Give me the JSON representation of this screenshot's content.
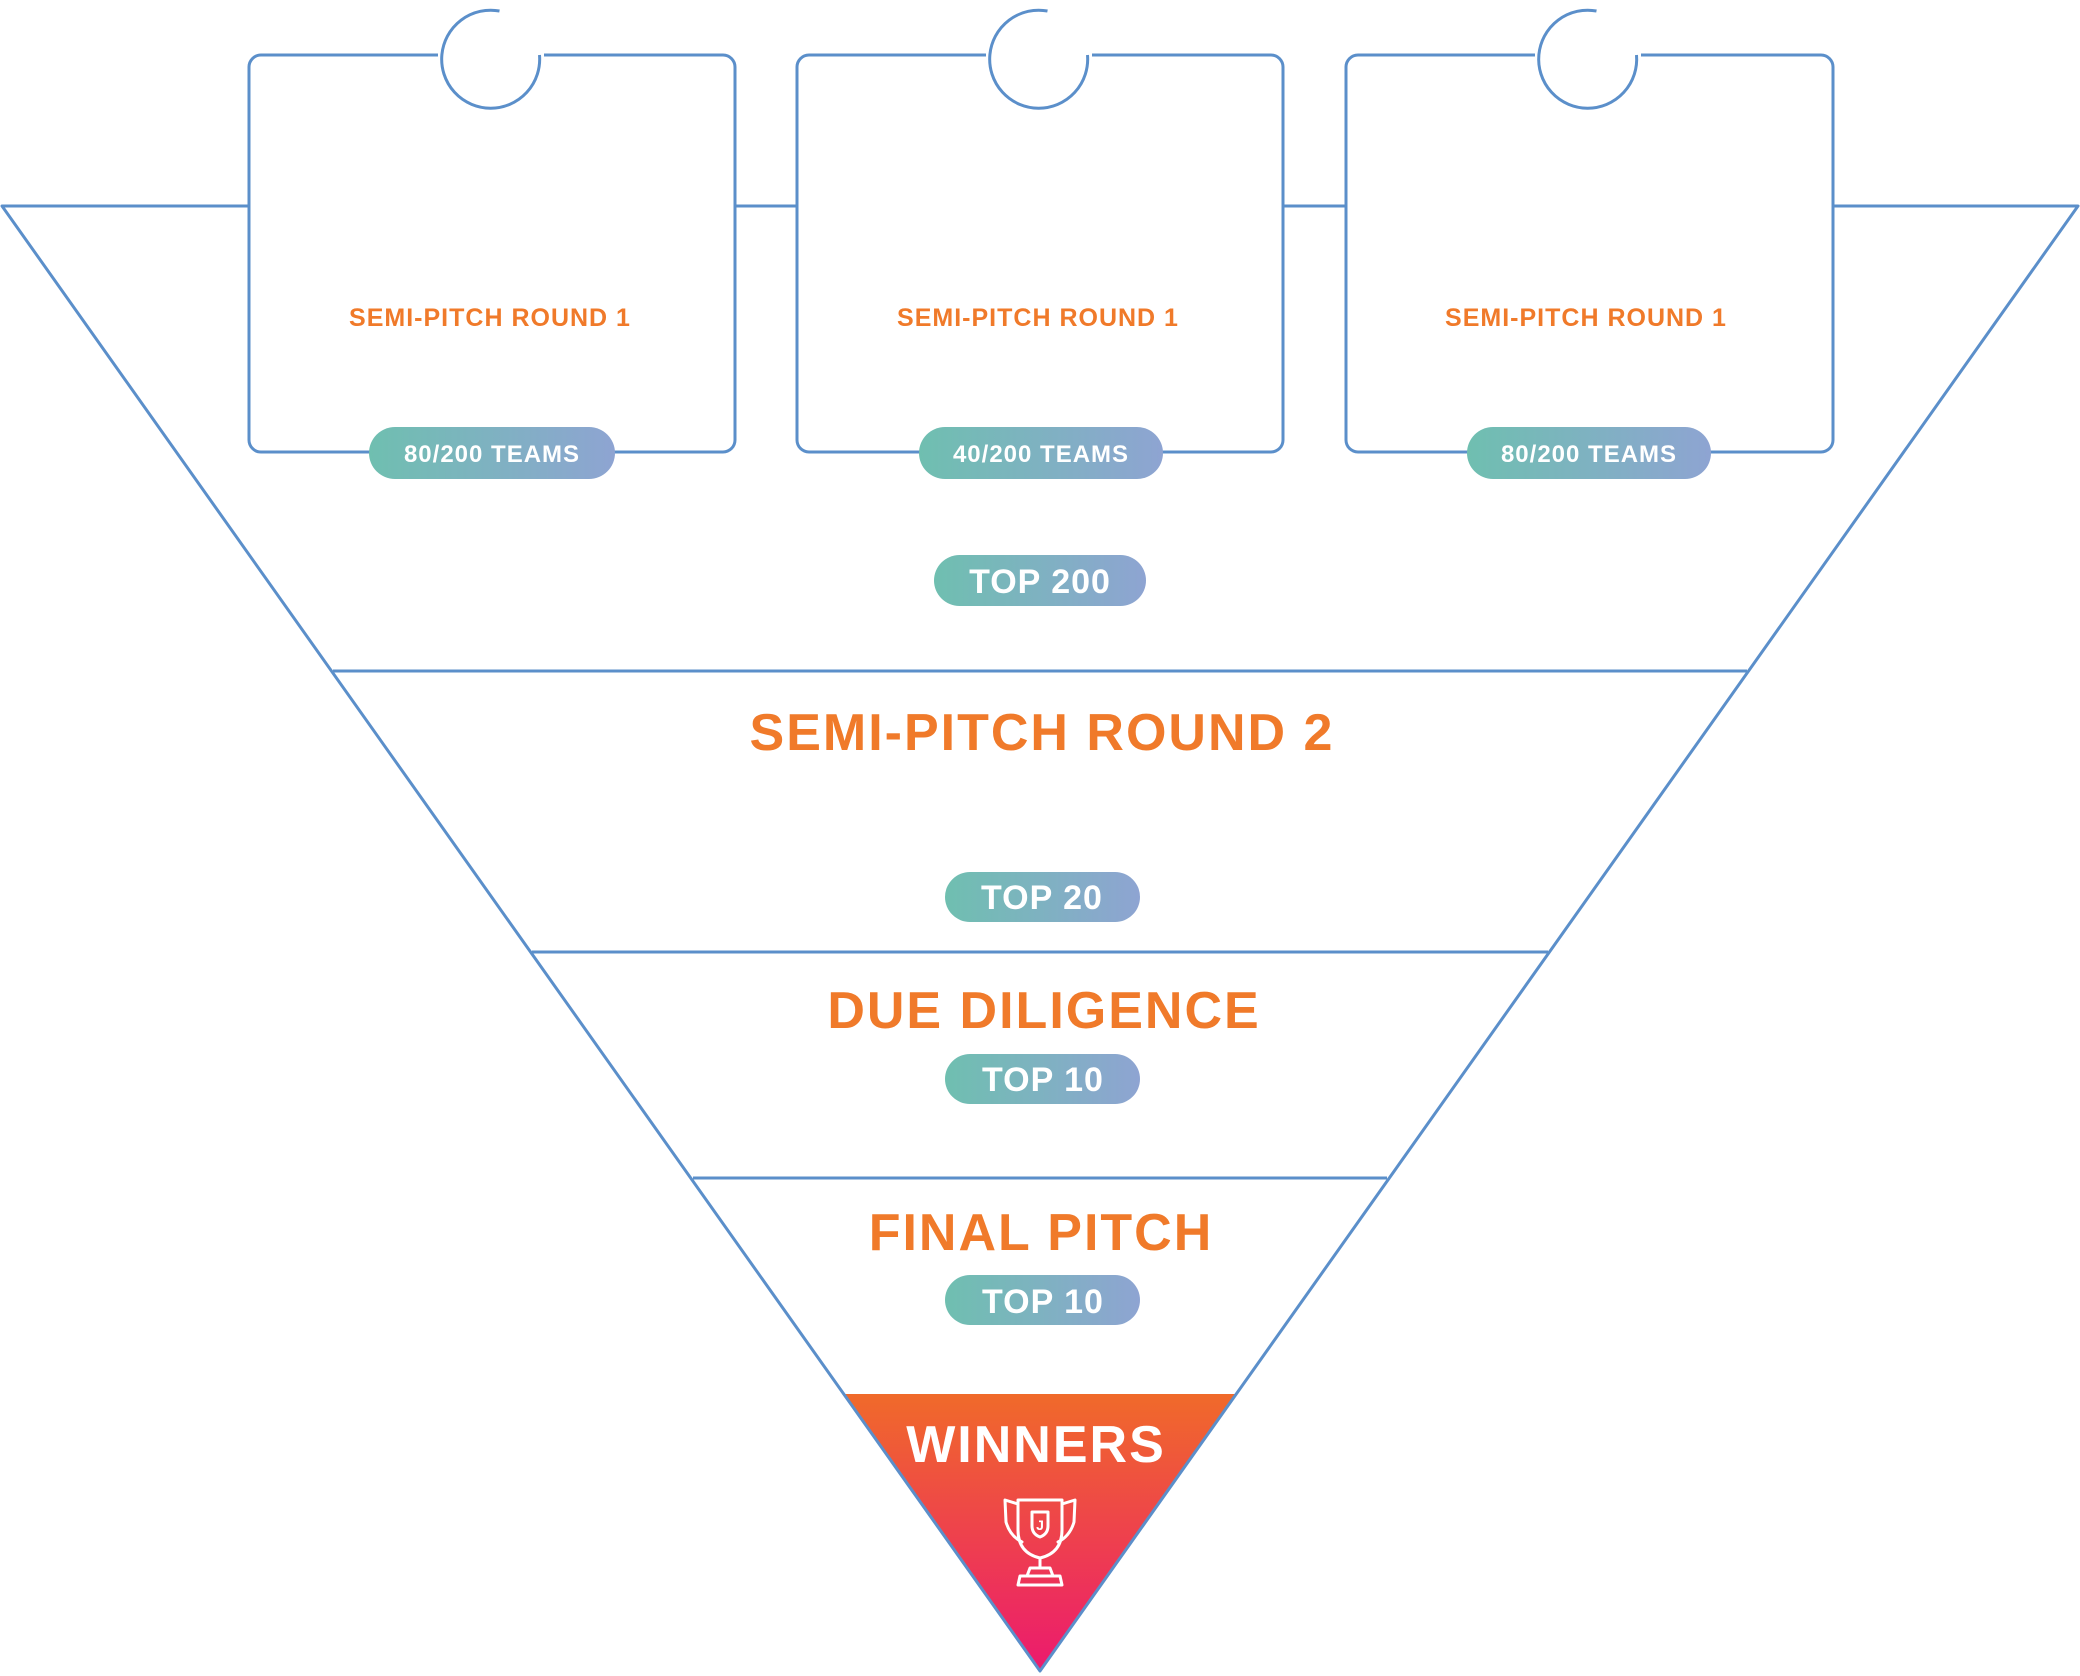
{
  "colors": {
    "outline": "#5b8fca",
    "title_orange": "#f07a2a",
    "pill_gradient_start": "#6fbfb0",
    "pill_gradient_end": "#8ea4d2",
    "winners_gradient_top": "#f06a2a",
    "winners_gradient_bottom": "#ec1a6e"
  },
  "top_rounds": [
    {
      "title": "SEMI-PITCH ROUND 1",
      "teams": "80/200 TEAMS"
    },
    {
      "title": "SEMI-PITCH ROUND 1",
      "teams": "40/200 TEAMS"
    },
    {
      "title": "SEMI-PITCH ROUND 1",
      "teams": "80/200 TEAMS"
    }
  ],
  "stages": {
    "first_cut": {
      "badge": "TOP 200"
    },
    "round2": {
      "title": "SEMI-PITCH ROUND 2",
      "badge": "TOP 20"
    },
    "due_diligence": {
      "title": "DUE DILIGENCE",
      "badge": "TOP 10"
    },
    "final_pitch": {
      "title": "FINAL PITCH",
      "badge": "TOP 10"
    },
    "winners": {
      "title": "WINNERS",
      "icon": "trophy-icon",
      "trophy_letter": "J"
    }
  }
}
